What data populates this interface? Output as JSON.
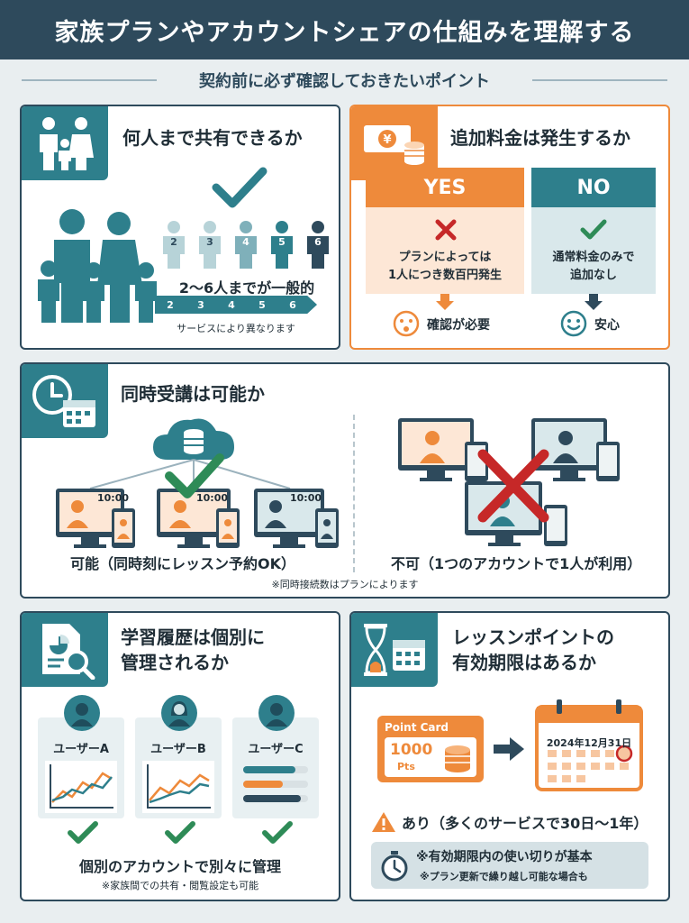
{
  "header": {
    "title": "家族プランやアカウントシェアの仕組みを理解する"
  },
  "subtitle": "契約前に必ず確認しておきたいポイント",
  "colors": {
    "navy": "#2e4a5c",
    "teal": "#2e7f8c",
    "orange": "#ee8a3b",
    "red": "#c62828",
    "green": "#2e8b57"
  },
  "sharing": {
    "title": "何人まで共有できるか",
    "figure_numbers": [
      "2",
      "3",
      "4",
      "5",
      "6"
    ],
    "scale": [
      "2",
      "3",
      "4",
      "5",
      "6"
    ],
    "summary": "2〜6人までが一般的",
    "note": "サービスにより異なります"
  },
  "fee": {
    "title": "追加料金は発生するか",
    "yen_symbol": "¥",
    "yes": {
      "label": "YES",
      "text1": "プランによっては",
      "text2": "1人につき数百円発生",
      "result": "確認が必要"
    },
    "no": {
      "label": "NO",
      "text1": "通常料金のみで",
      "text2": "追加なし",
      "result": "安心"
    }
  },
  "simultaneous": {
    "title": "同時受講は可能か",
    "times": [
      "10:00",
      "10:00",
      "10:00"
    ],
    "ok_label": "可能（同時刻にレッスン予約OK）",
    "ng_label": "不可（1つのアカウントで1人が利用）",
    "note": "※同時接続数はプランによります"
  },
  "history": {
    "title_line1": "学習履歴は個別に",
    "title_line2": "管理されるか",
    "users": [
      "ユーザーA",
      "ユーザーB",
      "ユーザーC"
    ],
    "summary": "個別のアカウントで別々に管理",
    "note": "※家族間での共有・閲覧設定も可能"
  },
  "points": {
    "title_line1": "レッスンポイントの",
    "title_line2": "有効期限はあるか",
    "card_title": "Point Card",
    "card_value": "1000",
    "card_unit": "Pts",
    "calendar_date": "2024年12月31日",
    "answer": "あり（多くのサービスで30日〜1年）",
    "note1": "※有効期限内の使い切りが基本",
    "note2": "※プラン更新で繰り越し可能な場合も"
  }
}
